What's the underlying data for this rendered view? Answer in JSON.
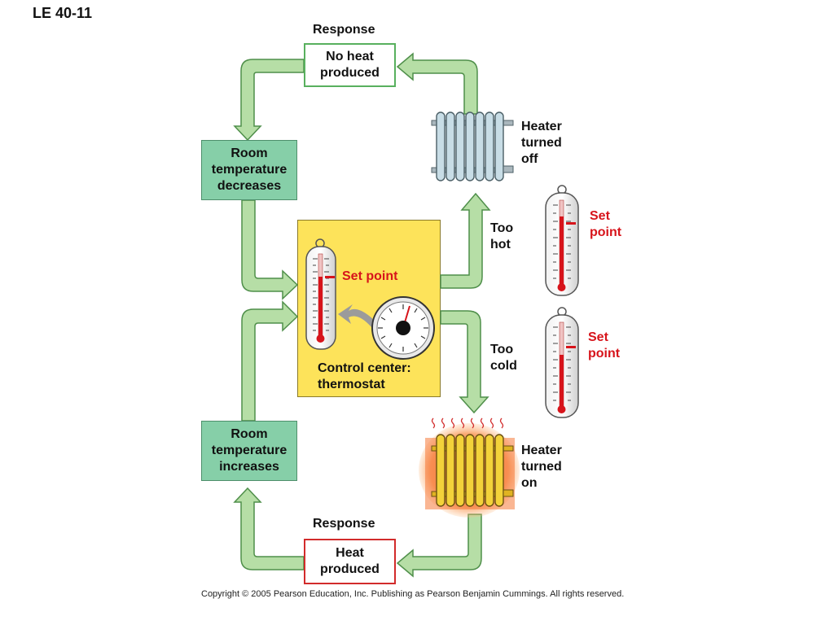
{
  "slide_id": "LE 40-11",
  "response_label": "Response",
  "responses": {
    "top": {
      "line1": "No heat",
      "line2": "produced"
    },
    "bottom": {
      "line1": "Heat",
      "line2": "produced"
    }
  },
  "room": {
    "decreases": {
      "line1": "Room",
      "line2": "temperature",
      "line3": "decreases"
    },
    "increases": {
      "line1": "Room",
      "line2": "temperature",
      "line3": "increases"
    }
  },
  "heater": {
    "off": {
      "line1": "Heater",
      "line2": "turned",
      "line3": "off"
    },
    "on": {
      "line1": "Heater",
      "line2": "turned",
      "line3": "on"
    }
  },
  "conditions": {
    "hot": {
      "line1": "Too",
      "line2": "hot"
    },
    "cold": {
      "line1": "Too",
      "line2": "cold"
    }
  },
  "control_center": {
    "line1": "Control center:",
    "line2": "thermostat",
    "set_point": "Set point"
  },
  "set_point": {
    "line1": "Set",
    "line2": "point"
  },
  "copyright": "Copyright © 2005 Pearson Education, Inc. Publishing as Pearson Benjamin Cummings. All rights reserved.",
  "colors": {
    "arrow_fill": "#b6dea6",
    "arrow_stroke": "#4f8f4a",
    "control_bg": "#fde35a",
    "room_bg": "#86cfa8",
    "set_point_red": "#d7141b",
    "heater_off": "#c8dde6",
    "heater_on": "#f3d23a"
  }
}
